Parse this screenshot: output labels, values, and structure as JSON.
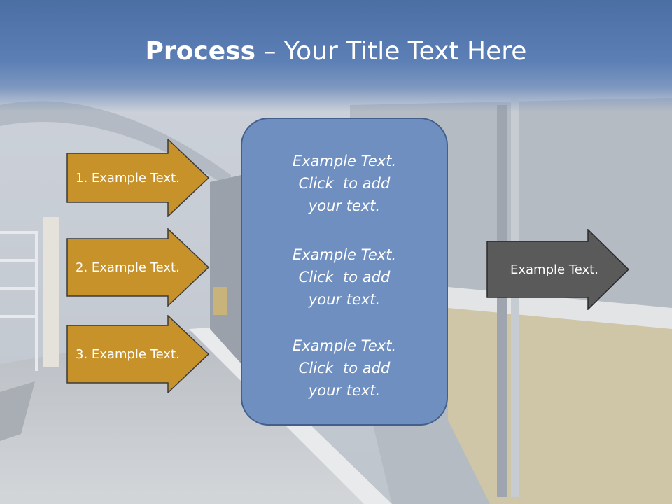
{
  "title": {
    "bold": "Process",
    "rest": " – Your Title Text Here"
  },
  "left_arrows": [
    {
      "label": "1. Example Text."
    },
    {
      "label": "2. Example Text."
    },
    {
      "label": "3. Example Text."
    }
  ],
  "center_box": {
    "blocks": [
      {
        "line1": "Example Text.",
        "line2": "Click  to add",
        "line3": "your text."
      },
      {
        "line1": "Example Text.",
        "line2": "Click  to add",
        "line3": "your text."
      },
      {
        "line1": "Example Text.",
        "line2": "Click  to add",
        "line3": "your text."
      }
    ]
  },
  "right_arrow": {
    "label": "Example Text."
  },
  "colors": {
    "title_band": "#5c80b6",
    "left_arrow_fill": "#c8922a",
    "center_box_fill": "#6f8fc0",
    "right_arrow_fill": "#5a5a5a"
  }
}
